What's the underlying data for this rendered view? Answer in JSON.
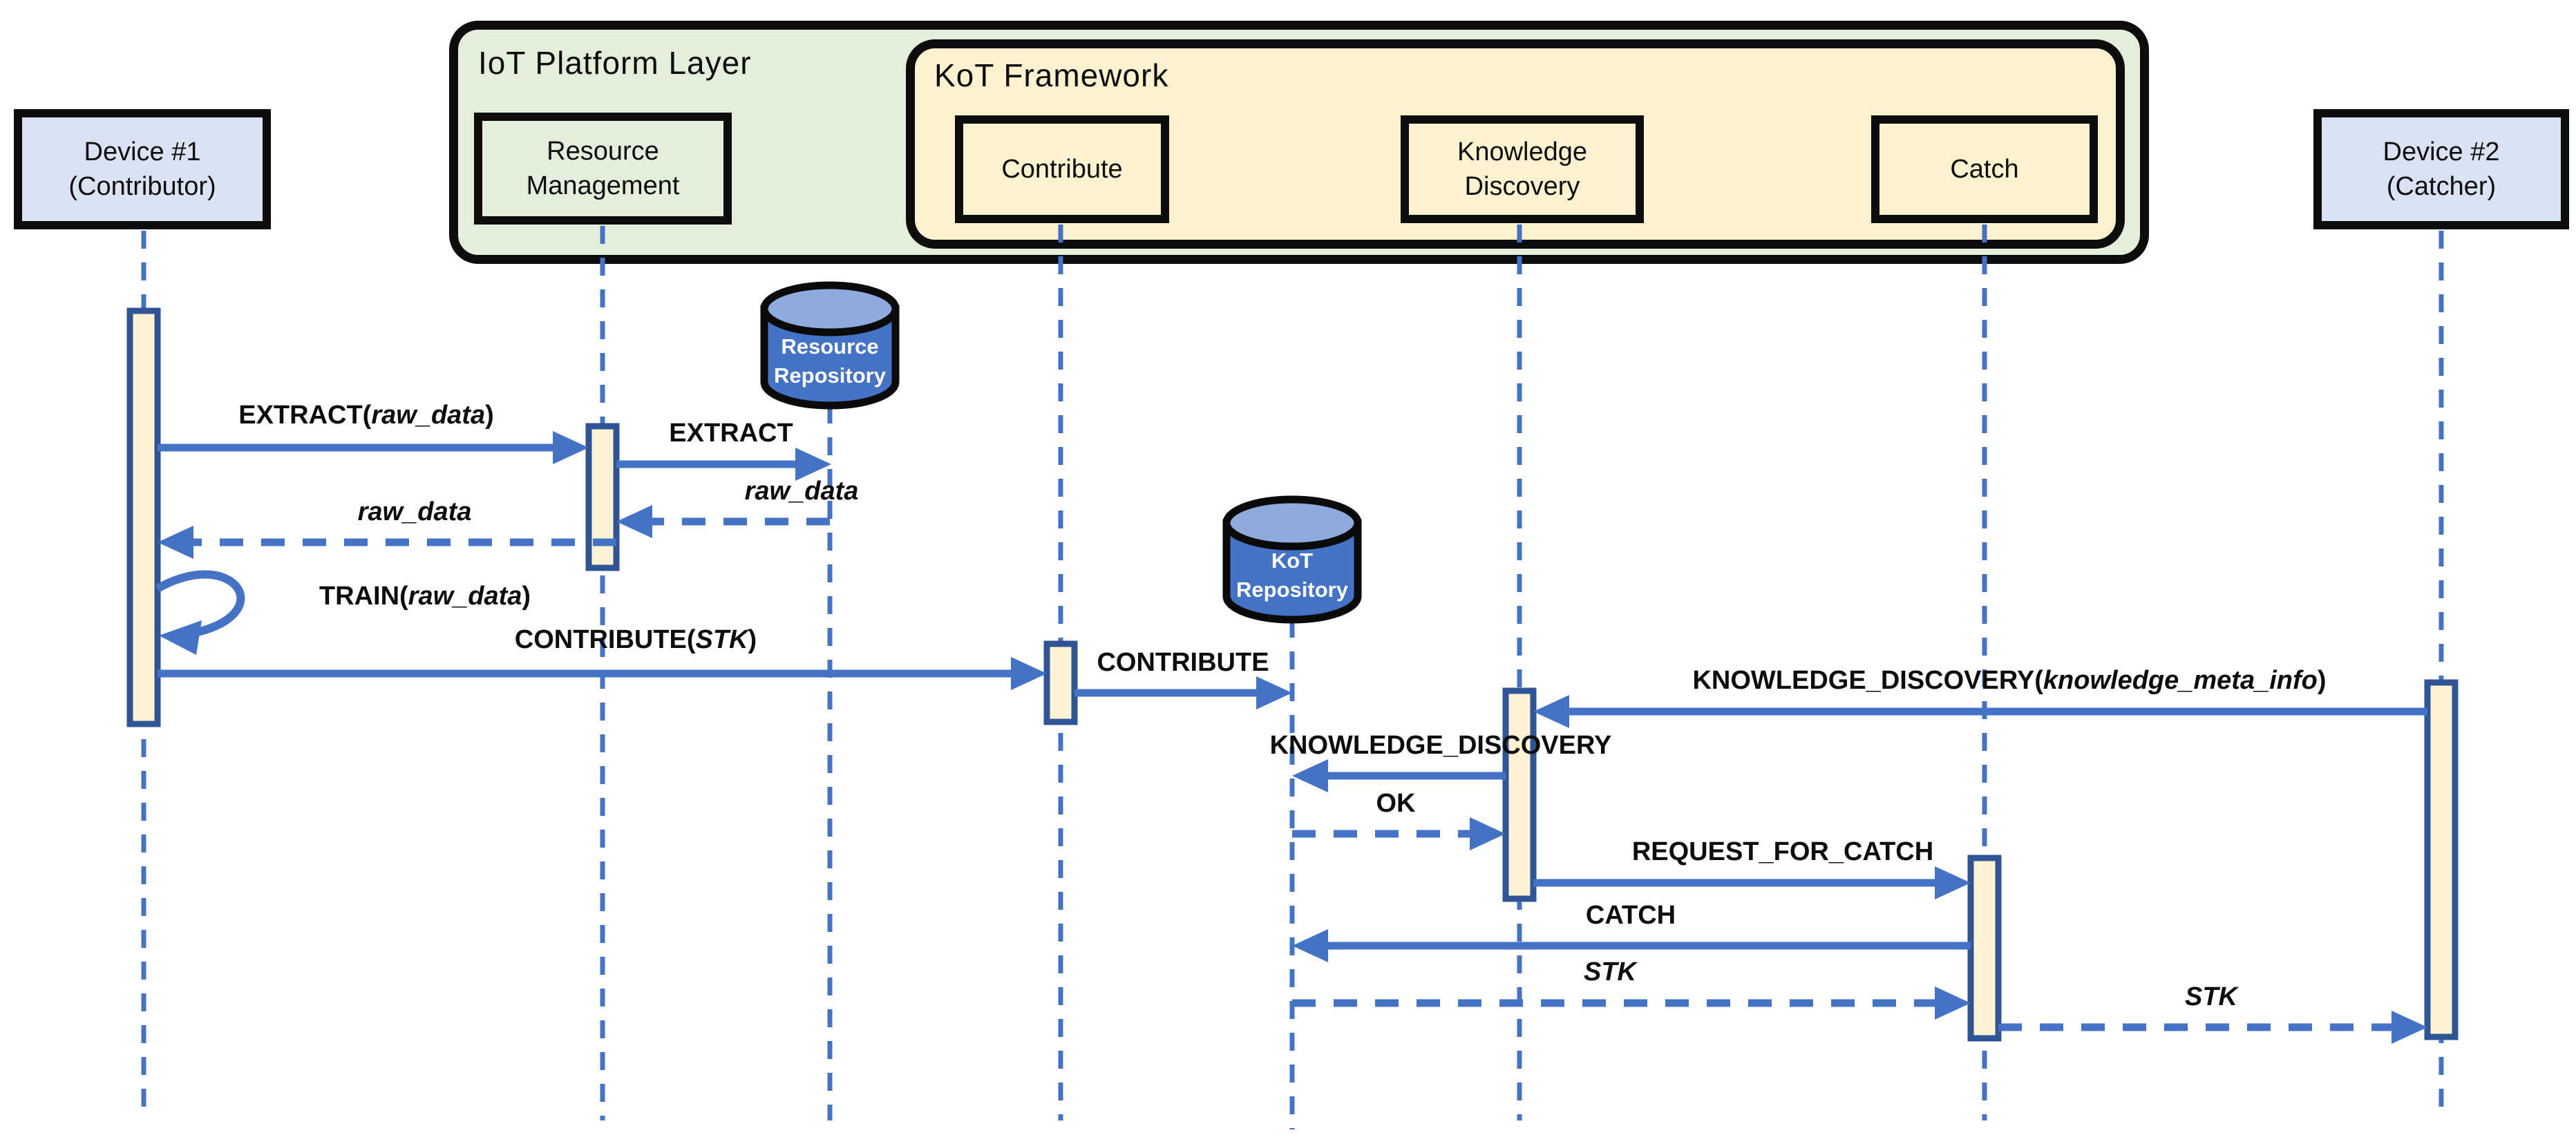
{
  "containers": [
    {
      "title": "IoT Platform Layer"
    },
    {
      "title": "KoT Framework"
    }
  ],
  "actors": [
    {
      "id": "device1",
      "line1": "Device #1",
      "line2": "(Contributor)"
    },
    {
      "id": "resource-management",
      "line1": "Resource",
      "line2": "Management"
    },
    {
      "id": "contribute",
      "line1": "Contribute",
      "line2": ""
    },
    {
      "id": "knowledge-discovery",
      "line1": "Knowledge",
      "line2": "Discovery"
    },
    {
      "id": "catch",
      "line1": "Catch",
      "line2": ""
    },
    {
      "id": "device2",
      "line1": "Device #2",
      "line2": "(Catcher)"
    }
  ],
  "datastores": [
    {
      "line1": "Resource",
      "line2": "Repository"
    },
    {
      "line1": "KoT",
      "line2": "Repository"
    }
  ],
  "messages": [
    {
      "pre": "EXTRACT(",
      "param": "raw_data",
      "post": ")",
      "style": "solid"
    },
    {
      "pre": "EXTRACT",
      "param": "",
      "post": "",
      "style": "solid"
    },
    {
      "pre": "",
      "param": "raw_data",
      "post": "",
      "style": "dashed-return"
    },
    {
      "pre": "",
      "param": "raw_data",
      "post": "",
      "style": "dashed-return"
    },
    {
      "pre": "TRAIN(",
      "param": "raw_data",
      "post": ")",
      "style": "self-loop"
    },
    {
      "pre": "CONTRIBUTE(",
      "param": "STK",
      "post": ")",
      "style": "solid"
    },
    {
      "pre": "CONTRIBUTE",
      "param": "",
      "post": "",
      "style": "solid"
    },
    {
      "pre": "KNOWLEDGE_DISCOVERY(",
      "param": "knowledge_meta_info",
      "post": ")",
      "style": "solid"
    },
    {
      "pre": "KNOWLEDGE_DISCOVERY",
      "param": "",
      "post": "",
      "style": "solid"
    },
    {
      "pre": "OK",
      "param": "",
      "post": "",
      "style": "dashed-return"
    },
    {
      "pre": "REQUEST_FOR_CATCH",
      "param": "",
      "post": "",
      "style": "solid"
    },
    {
      "pre": "CATCH",
      "param": "",
      "post": "",
      "style": "solid"
    },
    {
      "pre": "",
      "param": "STK",
      "post": "",
      "style": "dashed-return"
    },
    {
      "pre": "",
      "param": "STK",
      "post": "",
      "style": "dashed-return"
    }
  ],
  "colors": {
    "accent_blue": "#4472C4",
    "lifeline_blue": "#4472C4",
    "activation_fill": "#FDF3D3",
    "activation_border": "#2F5597",
    "platform_green": "#E3EEDB",
    "framework_yellow": "#FDF2CF",
    "device_blue": "#DAE3F3",
    "datastore_body": "#4472C4",
    "datastore_top": "#8FAADC"
  }
}
